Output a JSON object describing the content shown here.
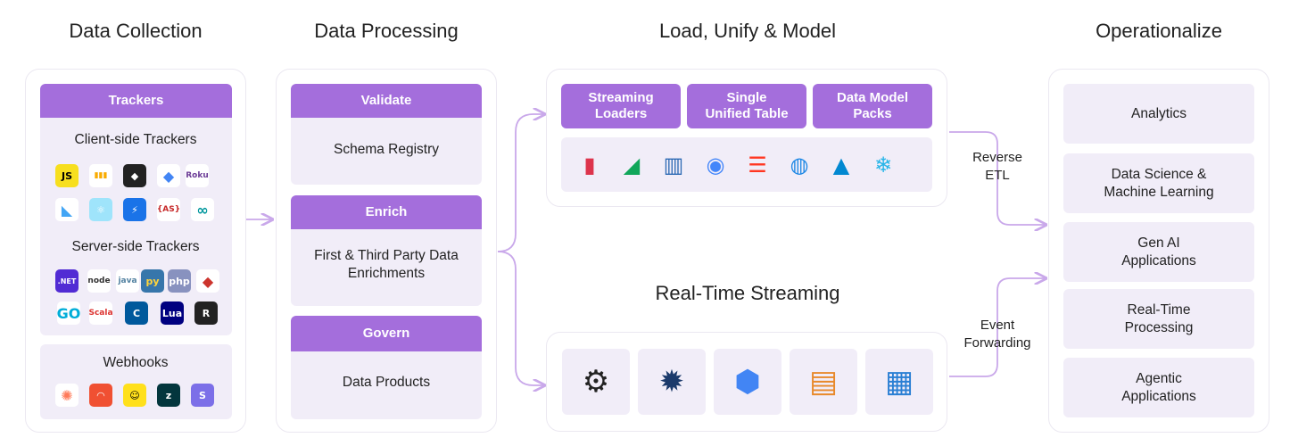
{
  "columns": {
    "collection": "Data Collection",
    "processing": "Data Processing",
    "load": "Load, Unify & Model",
    "operationalize": "Operationalize"
  },
  "collection": {
    "trackers_header": "Trackers",
    "client_label": "Client-side Trackers",
    "server_label": "Server-side Trackers",
    "webhooks_label": "Webhooks",
    "client_icons": [
      {
        "name": "javascript-icon",
        "text": "JS",
        "color": "#f7df1e",
        "fg": "#000000"
      },
      {
        "name": "google-analytics-icon",
        "text": "▮▮▮",
        "color": "#ffffff",
        "fg": "#f9ab00"
      },
      {
        "name": "unity-icon",
        "text": "◆",
        "color": "#222222",
        "fg": "#ffffff"
      },
      {
        "name": "gtm-icon",
        "text": "◆",
        "color": "#ffffff",
        "fg": "#4285f4"
      },
      {
        "name": "roku-icon",
        "text": "Roku",
        "color": "#ffffff",
        "fg": "#6c3c97"
      },
      {
        "name": "flutter-icon",
        "text": "◣",
        "color": "#ffffff",
        "fg": "#42a5f5"
      },
      {
        "name": "react-icon",
        "text": "⚛",
        "color": "#9fe4fb",
        "fg": "#ffffff"
      },
      {
        "name": "lightning-icon",
        "text": "⚡",
        "color": "#1a73e8",
        "fg": "#ffffff"
      },
      {
        "name": "actionscript-icon",
        "text": "{AS}",
        "color": "#ffffff",
        "fg": "#c62828"
      },
      {
        "name": "arduino-icon",
        "text": "∞",
        "color": "#ffffff",
        "fg": "#00979d"
      }
    ],
    "server_icons": [
      {
        "name": "dotnet-icon",
        "text": ".NET",
        "color": "#512bd4",
        "fg": "#ffffff"
      },
      {
        "name": "nodejs-icon",
        "text": "node",
        "color": "#ffffff",
        "fg": "#333333"
      },
      {
        "name": "java-icon",
        "text": "java",
        "color": "#ffffff",
        "fg": "#5382a1"
      },
      {
        "name": "python-icon",
        "text": "py",
        "color": "#3776ab",
        "fg": "#ffd43b"
      },
      {
        "name": "php-icon",
        "text": "php",
        "color": "#8892bf",
        "fg": "#ffffff"
      },
      {
        "name": "ruby-icon",
        "text": "◆",
        "color": "#ffffff",
        "fg": "#cc342d"
      },
      {
        "name": "golang-icon",
        "text": "GO",
        "color": "#ffffff",
        "fg": "#00add8"
      },
      {
        "name": "scala-icon",
        "text": "Scala",
        "color": "#ffffff",
        "fg": "#dc322f"
      },
      {
        "name": "cpp-icon",
        "text": "C",
        "color": "#00599c",
        "fg": "#ffffff"
      },
      {
        "name": "lua-icon",
        "text": "Lua",
        "color": "#000080",
        "fg": "#ffffff"
      },
      {
        "name": "rust-icon",
        "text": "R",
        "color": "#222222",
        "fg": "#ffffff"
      }
    ],
    "webhook_icons": [
      {
        "name": "hubspot-icon",
        "text": "✺",
        "color": "#ffffff",
        "fg": "#ff7a59"
      },
      {
        "name": "zendesk-bell-icon",
        "text": "◠",
        "color": "#f05032",
        "fg": "#ffffff"
      },
      {
        "name": "mailchimp-icon",
        "text": "☺",
        "color": "#ffe01b",
        "fg": "#000000"
      },
      {
        "name": "zendesk-icon",
        "text": "z",
        "color": "#03363d",
        "fg": "#ffffff"
      },
      {
        "name": "segment-icon",
        "text": "S",
        "color": "#7c6fe8",
        "fg": "#ffffff"
      }
    ]
  },
  "processing": {
    "validate_header": "Validate",
    "validate_body": "Schema Registry",
    "enrich_header": "Enrich",
    "enrich_body_1": "First & Third Party Data",
    "enrich_body_2": "Enrichments",
    "govern_header": "Govern",
    "govern_body": "Data Products"
  },
  "load": {
    "headers": [
      {
        "line1": "Streaming",
        "line2": "Loaders"
      },
      {
        "line1": "Single",
        "line2": "Unified Table"
      },
      {
        "line1": "Data Model",
        "line2": "Packs"
      }
    ],
    "warehouse_icons": [
      {
        "name": "redshift-icon",
        "glyph": "▮",
        "color": "#dd344c"
      },
      {
        "name": "fabric-icon",
        "glyph": "◢",
        "color": "#11a65a"
      },
      {
        "name": "azure-sql-icon",
        "glyph": "▥",
        "color": "#2d6ab4"
      },
      {
        "name": "bigquery-icon",
        "glyph": "◉",
        "color": "#4386fa"
      },
      {
        "name": "databricks-icon",
        "glyph": "☰",
        "color": "#ff3621"
      },
      {
        "name": "data-lake-icon",
        "glyph": "◍",
        "color": "#1e88e5"
      },
      {
        "name": "athena-icon",
        "glyph": "▲",
        "color": "#0288d1"
      },
      {
        "name": "snowflake-icon",
        "glyph": "❄",
        "color": "#29b5e8"
      }
    ]
  },
  "streaming": {
    "title": "Real-Time Streaming",
    "icons": [
      {
        "name": "kafka-icon",
        "glyph": "⚙",
        "color": "#222222"
      },
      {
        "name": "pulsar-icon",
        "glyph": "✹",
        "color": "#1b3a6b"
      },
      {
        "name": "pubsub-icon",
        "glyph": "⬢",
        "color": "#4285f4"
      },
      {
        "name": "kinesis-icon",
        "glyph": "▤",
        "color": "#e8892b"
      },
      {
        "name": "event-hubs-icon",
        "glyph": "▦",
        "color": "#2a7fd4"
      }
    ]
  },
  "flows": {
    "reverse_etl": "Reverse\nETL",
    "event_forwarding": "Event\nForwarding"
  },
  "operationalize": {
    "items": [
      "Analytics",
      "Data Science &\nMachine Learning",
      "Gen AI\nApplications",
      "Real-Time\nProcessing",
      "Agentic\nApplications"
    ]
  },
  "colors": {
    "accent": "#a46edc",
    "lavender": "#f1edf8",
    "arrow": "#c9a8ea"
  }
}
